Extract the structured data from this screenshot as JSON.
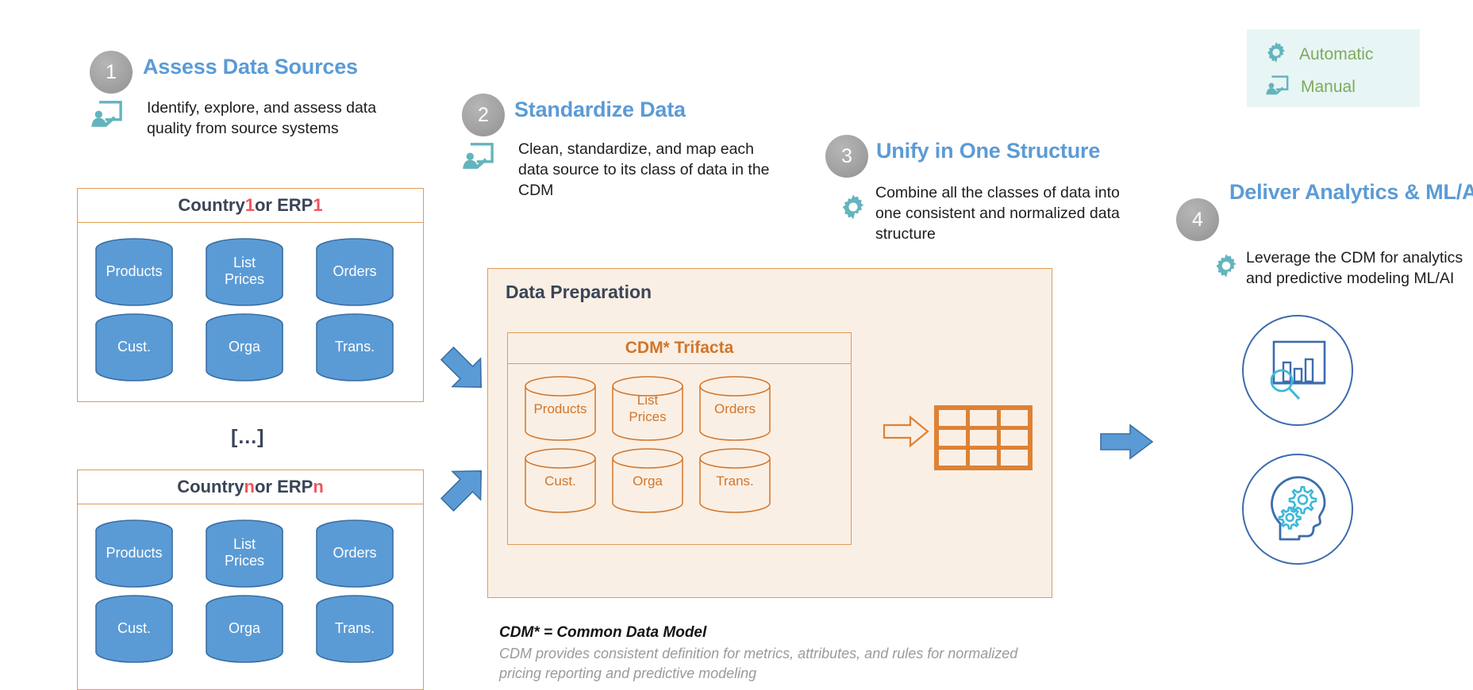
{
  "legend": {
    "items": [
      {
        "label": "Automatic",
        "icon": "gear-icon"
      },
      {
        "label": "Manual",
        "icon": "person-at-board-icon"
      }
    ],
    "label_color": "#7DAB5B",
    "background": "#E8F5F5"
  },
  "steps": [
    {
      "number": "1",
      "title": "Assess Data Sources",
      "description": "Identify, explore, and assess data quality from source systems",
      "icon": "person-at-board-icon",
      "mode": "Manual"
    },
    {
      "number": "2",
      "title": "Standardize Data",
      "description": "Clean, standardize, and map each data source to its class of data in the CDM",
      "icon": "person-at-board-icon",
      "mode": "Manual"
    },
    {
      "number": "3",
      "title": "Unify in One Structure",
      "description": "Combine all the classes of data into one consistent and normalized data structure",
      "icon": "gear-icon",
      "mode": "Automatic"
    },
    {
      "number": "4",
      "title": "Deliver Analytics & ML/AI",
      "description": "Leverage the CDM for analytics and predictive modeling ML/AI",
      "icon": "gear-icon",
      "mode": "Automatic"
    }
  ],
  "sources": {
    "ellipsis": "[...]",
    "boxes": [
      {
        "title_prefix": "Country ",
        "title_accent1": "1",
        "title_middle": " or ERP ",
        "title_accent2": "1",
        "cylinders": [
          "Products",
          "List\nPrices",
          "Orders",
          "Cust.",
          "Orga",
          "Trans."
        ]
      },
      {
        "title_prefix": "Country ",
        "title_accent1": "n",
        "title_middle": " or ERP ",
        "title_accent2": "n",
        "cylinders": [
          "Products",
          "List\nPrices",
          "Orders",
          "Cust.",
          "Orga",
          "Trans."
        ]
      }
    ]
  },
  "preparation": {
    "title": "Data Preparation",
    "cdm_title": "CDM* Trifacta",
    "cylinders": [
      "Products",
      "List\nPrices",
      "Orders",
      "Cust.",
      "Orga",
      "Trans."
    ],
    "output_icon": "table-grid-icon",
    "transform_arrow": "arrow-right-outline-icon"
  },
  "footnote": {
    "title": "CDM* = Common Data Model",
    "body": "CDM provides consistent definition for metrics, attributes, and rules for normalized pricing reporting and predictive modeling"
  },
  "results": [
    {
      "icon": "analytics-chart-magnifier-icon",
      "name": "analytics"
    },
    {
      "icon": "head-gears-ai-icon",
      "name": "ml-ai"
    }
  ],
  "arrows": [
    {
      "name": "source-to-prep-arrow-top",
      "direction": "down-right"
    },
    {
      "name": "source-to-prep-arrow-bottom",
      "direction": "up-right"
    },
    {
      "name": "prep-to-results-arrow",
      "direction": "right"
    }
  ],
  "colors": {
    "step_title": "#5B9BD5",
    "cylinder_blue": "#5B9BD5",
    "cylinder_blue_stroke": "#3A6FA5",
    "orange": "#DD8235",
    "orange_border": "#E09A57",
    "prep_background": "#FAEFE4",
    "accent_red": "#F0555C",
    "teal": "#63B4BE",
    "dark_navy": "#3A4557",
    "arrow_blue": "#5B9BD5",
    "circle_outline_blue": "#3C6CAE"
  }
}
